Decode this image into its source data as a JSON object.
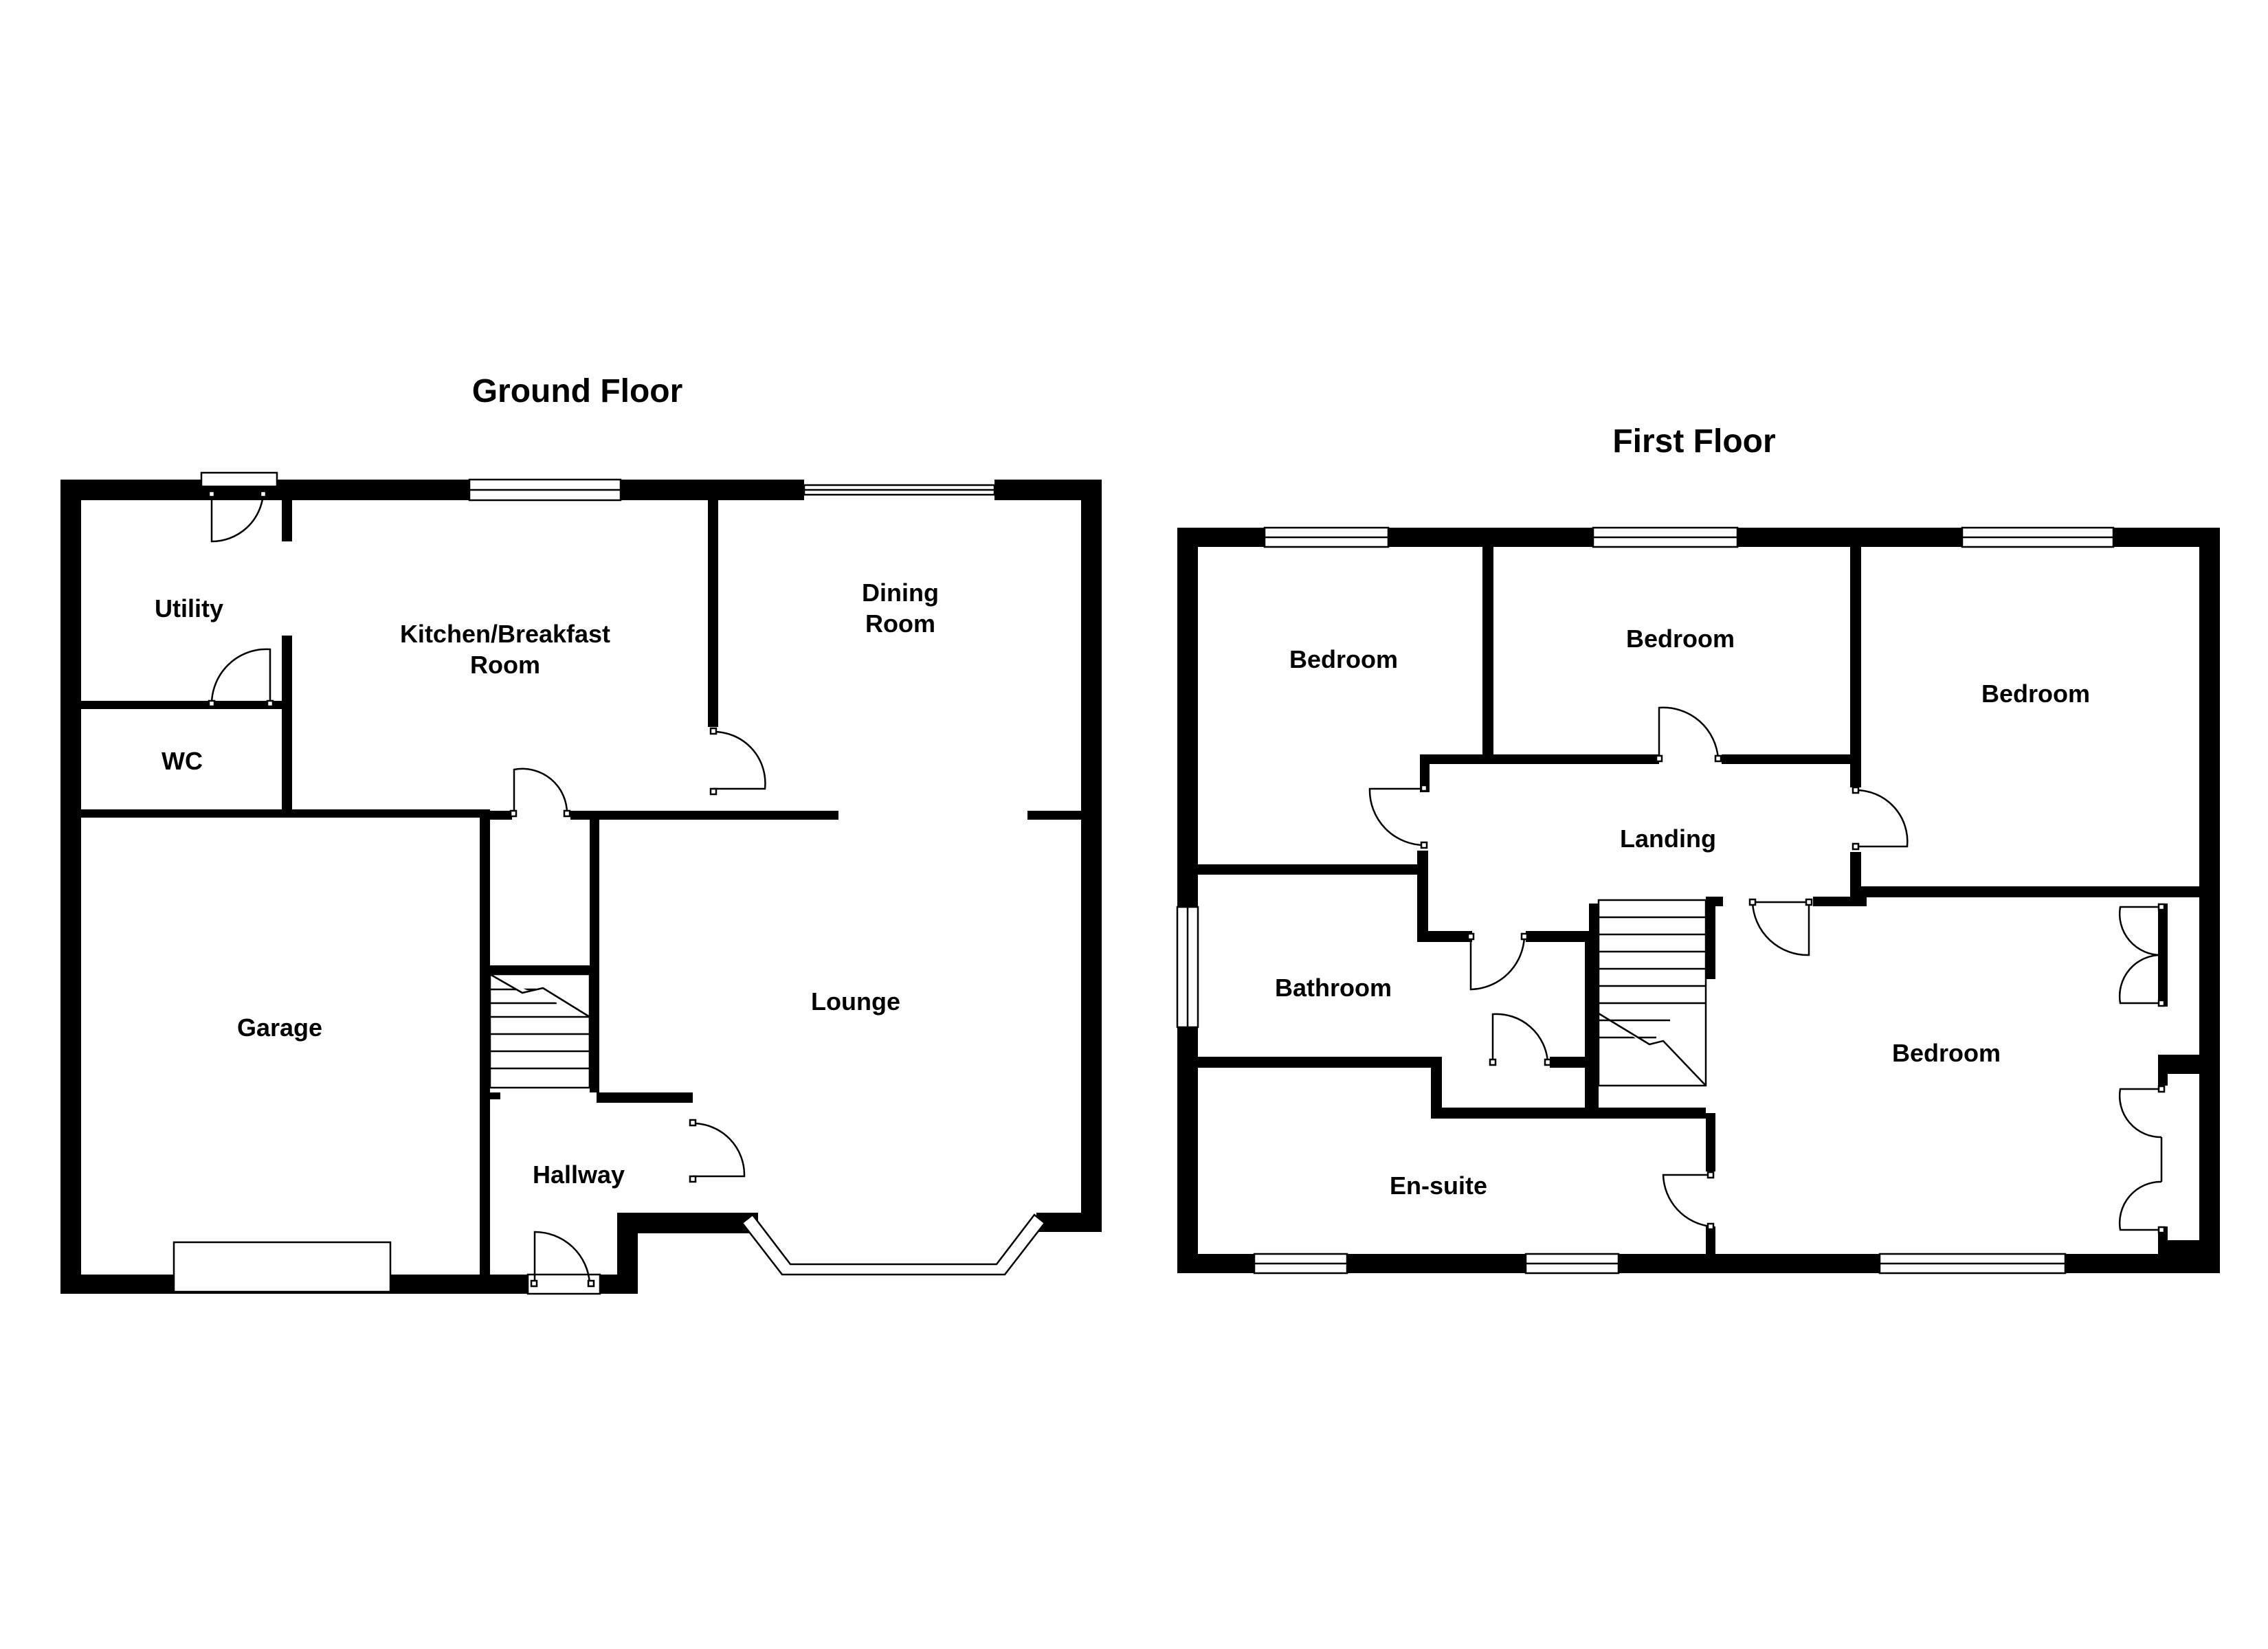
{
  "floors": [
    {
      "title": "Ground Floor",
      "rooms": {
        "utility": "Utility",
        "wc": "WC",
        "kitchen_line1": "Kitchen/Breakfast",
        "kitchen_line2": "Room",
        "dining_line1": "Dining",
        "dining_line2": "Room",
        "garage": "Garage",
        "lounge": "Lounge",
        "hallway": "Hallway"
      }
    },
    {
      "title": "First Floor",
      "rooms": {
        "bedroom_1": "Bedroom",
        "bedroom_2": "Bedroom",
        "bedroom_3": "Bedroom",
        "landing": "Landing",
        "bathroom": "Bathroom",
        "bedroom_4": "Bedroom",
        "ensuite": "En-suite"
      }
    }
  ],
  "colors": {
    "wall": "#000000",
    "background": "#ffffff"
  }
}
